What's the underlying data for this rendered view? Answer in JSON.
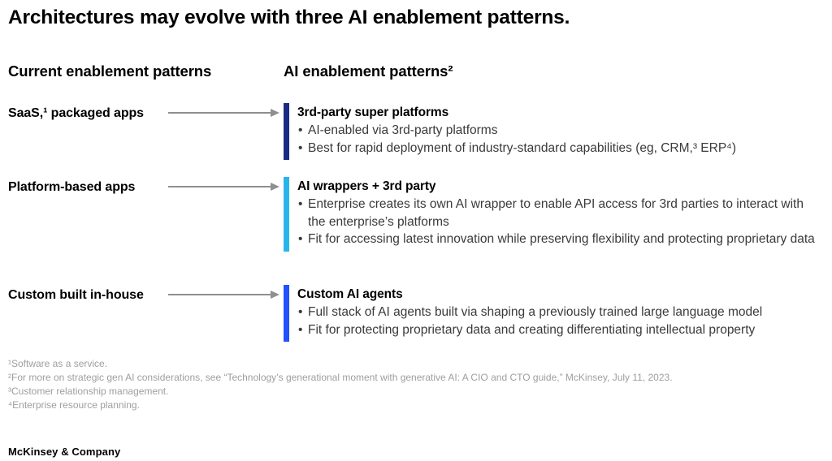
{
  "title": "Architectures may evolve with three AI enablement patterns.",
  "columns": {
    "left_header": "Current enablement patterns",
    "right_header": "AI enablement patterns²"
  },
  "rows": [
    {
      "label": "SaaS,¹ packaged apps",
      "accent_color": "#1B2A85",
      "heading": "3rd-party super platforms",
      "bullets": [
        "AI-enabled via 3rd-party platforms",
        "Best for rapid deployment of industry-standard capabilities (eg, CRM,³ ERP⁴)"
      ]
    },
    {
      "label": "Platform-based apps",
      "accent_color": "#29B5EA",
      "heading": "AI wrappers + 3rd party",
      "bullets": [
        "Enterprise creates its own AI wrapper to enable API access for 3rd parties to interact with the enterprise’s platforms",
        "Fit for accessing latest innovation while preserving flexibility and protecting proprietary data"
      ]
    },
    {
      "label": "Custom built in-house",
      "accent_color": "#2251FF",
      "heading": "Custom AI agents",
      "bullets": [
        "Full stack of AI agents built via shaping a previously trained large language model",
        "Fit for protecting proprietary data and creating differentiating intellectual property"
      ]
    }
  ],
  "footnotes": [
    "¹Software as a service.",
    "²For more on strategic gen AI considerations, see “Technology’s generational moment with generative AI: A CIO and CTO guide,” McKinsey, July 11, 2023.",
    "³Customer relationship management.",
    "⁴Enterprise resource planning."
  ],
  "footer": {
    "brand": "McKinsey & Company"
  },
  "colors": {
    "arrow": "#8F8F8F",
    "footnote_text": "#9E9E9E"
  }
}
